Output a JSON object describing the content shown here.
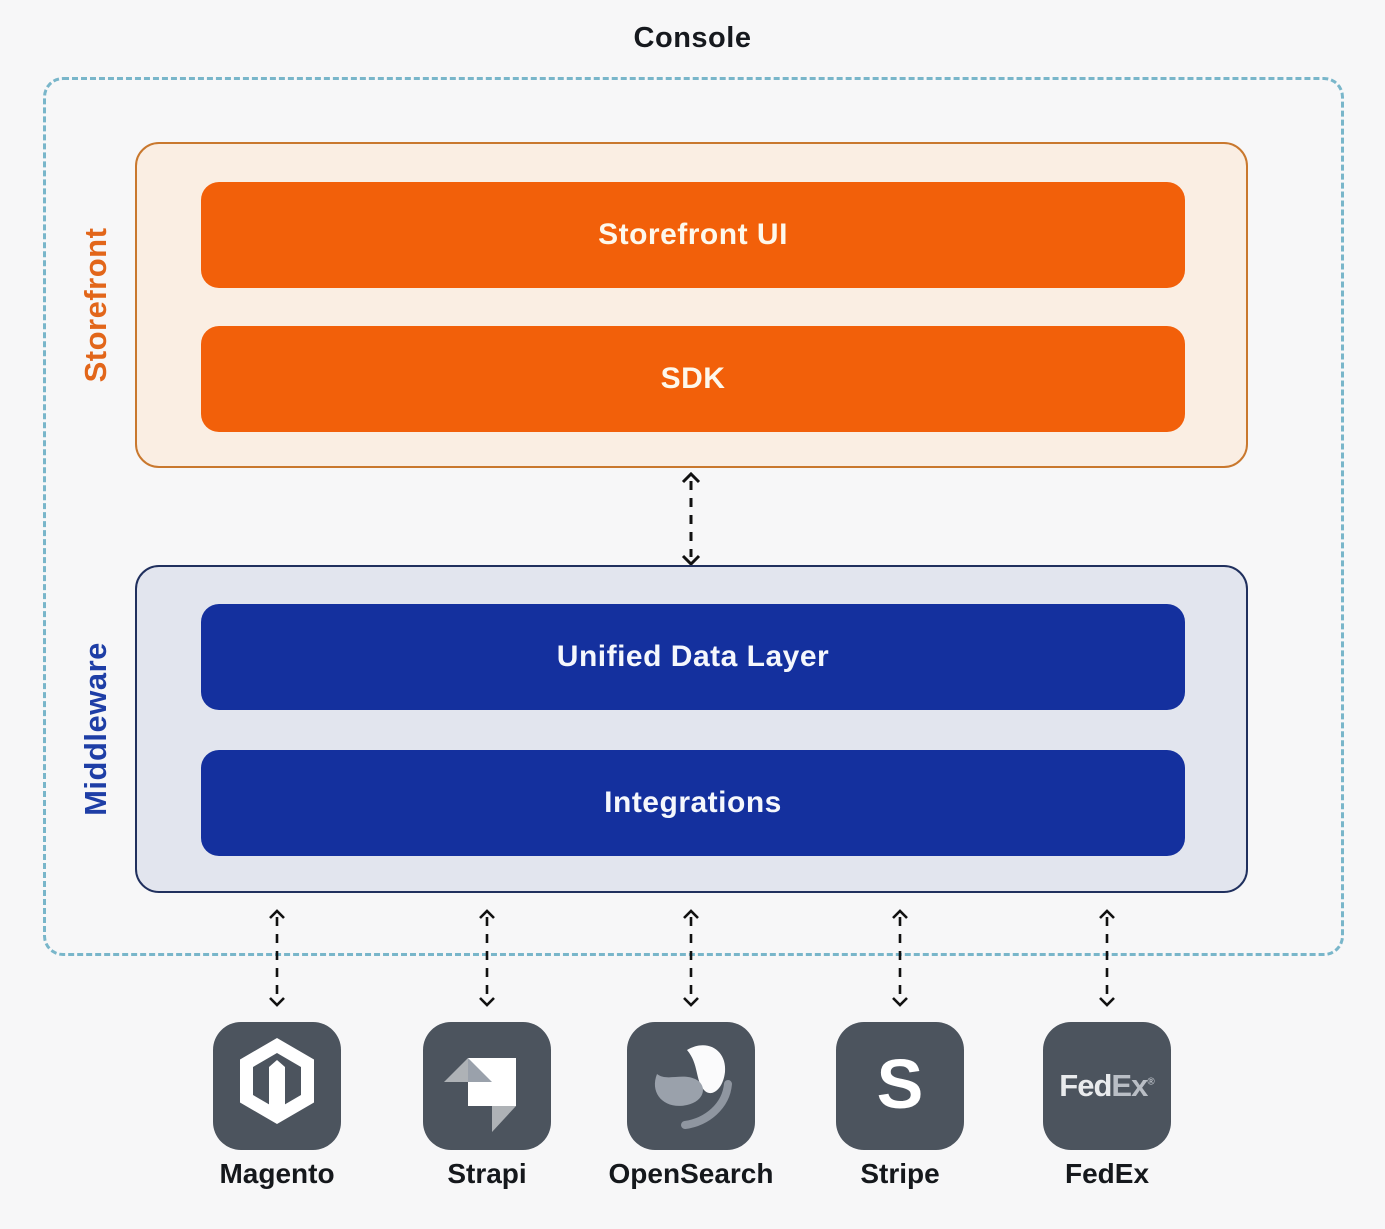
{
  "title": "Console",
  "sections": {
    "storefront": {
      "label": "Storefront",
      "blocks": [
        "Storefront UI",
        "SDK"
      ]
    },
    "middleware": {
      "label": "Middleware",
      "blocks": [
        "Unified Data Layer",
        "Integrations"
      ]
    }
  },
  "integrations": {
    "items": [
      {
        "name": "Magento",
        "icon": "magento-icon"
      },
      {
        "name": "Strapi",
        "icon": "strapi-icon"
      },
      {
        "name": "OpenSearch",
        "icon": "opensearch-icon"
      },
      {
        "name": "Stripe",
        "icon": "stripe-icon",
        "glyph": "S"
      },
      {
        "name": "FedEx",
        "icon": "fedex-icon",
        "glyph_fed": "Fed",
        "glyph_ex": "Ex",
        "reg": "®"
      }
    ]
  },
  "colors": {
    "accent_orange": "#F2600A",
    "orange_panel_bg": "#FAEEE3",
    "orange_border": "#C9782E",
    "orange_label": "#E2661A",
    "accent_blue": "#14309E",
    "blue_panel_bg": "#E2E5EE",
    "blue_border": "#20305E",
    "blue_label": "#1E3EA6",
    "console_dash_border": "#79B6CA",
    "arrow": "#111111",
    "icon_tile_bg": "#4C545E",
    "page_bg": "#F7F7F8",
    "text_dark": "#16191E"
  }
}
